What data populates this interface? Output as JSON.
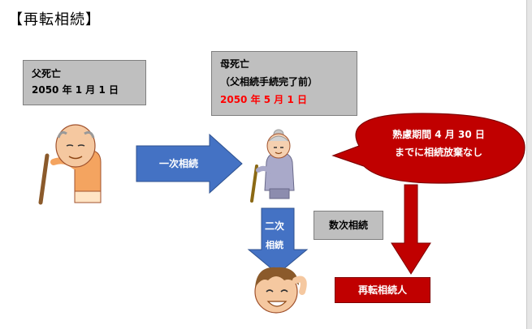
{
  "title": "【再転相続】",
  "father": {
    "line1": "父死亡",
    "line2": "2050 年 1 月 1 日"
  },
  "mother": {
    "line1": "母死亡",
    "line2": "（父相続手続完了前）",
    "line3": "2050 年 5 月 1 日"
  },
  "arrows": {
    "primary": "一次相続",
    "secondary_1": "二次",
    "secondary_2": "相続"
  },
  "suuji": "数次相続",
  "bubble": {
    "line1": "熟慮期間 4 月 30 日",
    "line2": "までに相続放棄なし"
  },
  "heir": "再転相続人",
  "colors": {
    "box_gray": "#bfbfbf",
    "arrow_blue": "#4472c4",
    "dark_red": "#c00000",
    "date_red": "#ff0000"
  },
  "icons": [
    "old-man-icon",
    "old-woman-icon",
    "young-man-icon"
  ]
}
